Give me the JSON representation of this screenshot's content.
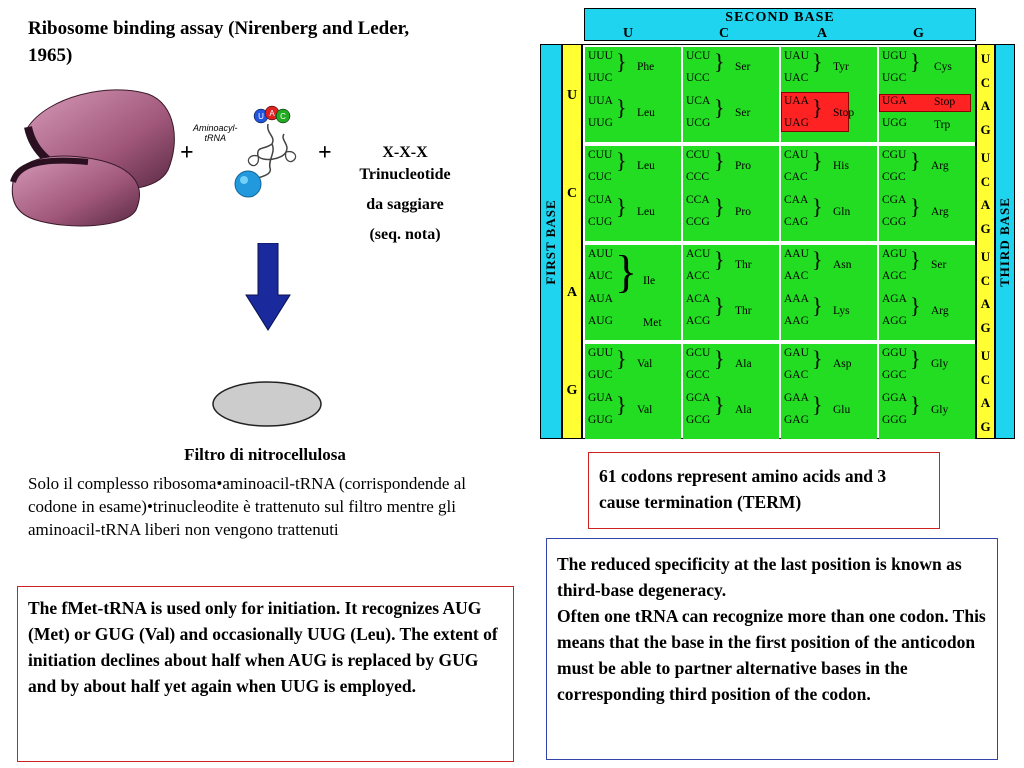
{
  "slide": {
    "title": "Ribosome binding assay (Nirenberg and Leder, 1965)",
    "plus_symbol": "+",
    "trna_label_line1": "Aminoacyl-",
    "trna_label_line2": "tRNA",
    "anticodon_letters": [
      "U",
      "A",
      "C"
    ],
    "trinucleotide": {
      "line1": "X-X-X",
      "line2": "Trinucleotide",
      "line3": "da saggiare",
      "line4": "(seq. nota)"
    },
    "filter_label": "Filtro di nitrocellulosa",
    "filter_description": "Solo il complesso ribosoma•aminoacil-tRNA (corrispondende al codone in esame)•trinucleodite è trattenuto sul filtro mentre gli aminoacil-tRNA liberi non vengono trattenuti",
    "fmet_text": "The fMet-tRNA is used only for initiation. It recognizes AUG (Met) or GUG (Val) and occasionally UUG (Leu). The extent of  initiation declines about half when AUG is replaced by GUG and by about half yet again when UUG is employed.",
    "codons_summary": "61 codons represent amino acids and 3 cause termination (TERM)",
    "degeneracy_text_1": "The reduced specificity at the last position is known as third-base degeneracy.",
    "degeneracy_text_2": "Often one tRNA can recognize more than one codon. This means that the base in the first position of the anticodon must be able to partner alternative bases in the corresponding third position of the codon."
  },
  "codon_table": {
    "second_base_label": "SECOND BASE",
    "first_base_label": "FIRST BASE",
    "third_base_label": "THIRD BASE",
    "second_base_letters": [
      "U",
      "C",
      "A",
      "G"
    ],
    "first_base_letters": [
      "U",
      "C",
      "A",
      "G"
    ],
    "third_base_letters": [
      "U",
      "C",
      "A",
      "G",
      "U",
      "C",
      "A",
      "G",
      "U",
      "C",
      "A",
      "G",
      "U",
      "C",
      "A",
      "G"
    ],
    "cells": [
      [
        {
          "codons": [
            "UUU",
            "UUC",
            "UUA",
            "UUG"
          ],
          "aa": [
            "Phe",
            "Leu"
          ]
        },
        {
          "codons": [
            "UCU",
            "UCC",
            "UCA",
            "UCG"
          ],
          "aa": [
            "Ser",
            "Ser"
          ]
        },
        {
          "codons": [
            "UAU",
            "UAC",
            "UAA",
            "UAG"
          ],
          "aa": [
            "Tyr",
            "Stop"
          ]
        },
        {
          "codons": [
            "UGU",
            "UGC",
            "UGA",
            "UGG"
          ],
          "aa": [
            "Cys",
            "Stop",
            "Trp"
          ]
        }
      ],
      [
        {
          "codons": [
            "CUU",
            "CUC",
            "CUA",
            "CUG"
          ],
          "aa": [
            "Leu",
            "Leu"
          ]
        },
        {
          "codons": [
            "CCU",
            "CCC",
            "CCA",
            "CCG"
          ],
          "aa": [
            "Pro",
            "Pro"
          ]
        },
        {
          "codons": [
            "CAU",
            "CAC",
            "CAA",
            "CAG"
          ],
          "aa": [
            "His",
            "Gln"
          ]
        },
        {
          "codons": [
            "CGU",
            "CGC",
            "CGA",
            "CGG"
          ],
          "aa": [
            "Arg",
            "Arg"
          ]
        }
      ],
      [
        {
          "codons": [
            "AUU",
            "AUC",
            "AUA",
            "AUG"
          ],
          "aa": [
            "Ile",
            "Met"
          ]
        },
        {
          "codons": [
            "ACU",
            "ACC",
            "ACA",
            "ACG"
          ],
          "aa": [
            "Thr",
            "Thr"
          ]
        },
        {
          "codons": [
            "AAU",
            "AAC",
            "AAA",
            "AAG"
          ],
          "aa": [
            "Asn",
            "Lys"
          ]
        },
        {
          "codons": [
            "AGU",
            "AGC",
            "AGA",
            "AGG"
          ],
          "aa": [
            "Ser",
            "Arg"
          ]
        }
      ],
      [
        {
          "codons": [
            "GUU",
            "GUC",
            "GUA",
            "GUG"
          ],
          "aa": [
            "Val",
            "Val"
          ]
        },
        {
          "codons": [
            "GCU",
            "GCC",
            "GCA",
            "GCG"
          ],
          "aa": [
            "Ala",
            "Ala"
          ]
        },
        {
          "codons": [
            "GAU",
            "GAC",
            "GAA",
            "GAG"
          ],
          "aa": [
            "Asp",
            "Glu"
          ]
        },
        {
          "codons": [
            "GGU",
            "GGC",
            "GGA",
            "GGG"
          ],
          "aa": [
            "Gly",
            "Gly"
          ]
        }
      ]
    ],
    "colors": {
      "cell": "#22dd22",
      "header": "#1fd4ee",
      "letters": "#ffff33",
      "stop": "#ff2222"
    }
  },
  "colors": {
    "arrow": "#1a2a9c",
    "filter": "#cccccc",
    "ribosome": "#a0577a",
    "red_border": "#cc2222",
    "blue_border": "#3344aa"
  }
}
